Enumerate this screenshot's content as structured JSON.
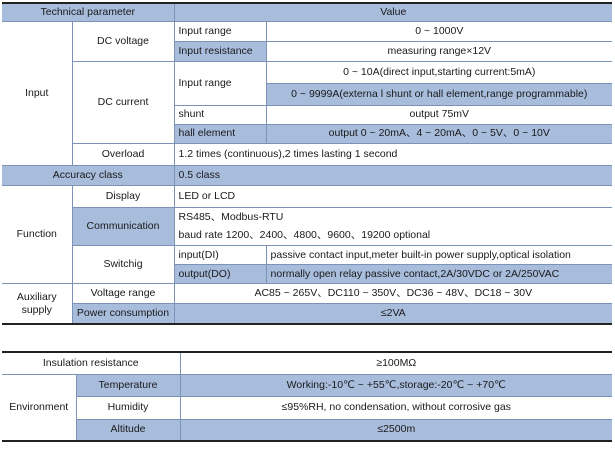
{
  "header": {
    "param": "Technical parameter",
    "value": "Value"
  },
  "input": {
    "group": "Input",
    "dc_voltage": {
      "label": "DC voltage",
      "range_label": "Input range",
      "range_value": "0 ~ 1000V",
      "resistance_label": "Input resistance",
      "resistance_value": "measuring range×12V"
    },
    "dc_current": {
      "label": "DC current",
      "range_label": "Input range",
      "range_value_1": "0 ~ 10A(direct input,starting current:5mA)",
      "range_value_2": "0 ~ 9999A(externa l shunt or hall element,range programmable)",
      "shunt_label": "shunt",
      "shunt_value": "output 75mV",
      "hall_label": "hall element",
      "hall_value": "output 0 ~ 20mA、4 ~ 20mA、0 ~ 5V、0 ~ 10V"
    },
    "overload": {
      "label": "Overload",
      "value": "1.2 times (continuous),2 times lasting 1 second"
    }
  },
  "accuracy": {
    "label": "Accuracy class",
    "value": "0.5 class"
  },
  "function": {
    "group": "Function",
    "display": {
      "label": "Display",
      "value": "LED or LCD"
    },
    "communication": {
      "label": "Communication",
      "value_1": "RS485、Modbus-RTU",
      "value_2": "baud rate 1200、2400、4800、9600、19200 optional"
    },
    "switching": {
      "label": "Switchig",
      "di_label": "input(DI)",
      "di_value": "passive contact input,meter built-in power supply,optical isolation",
      "do_label": "output(DO)",
      "do_value": "normally open relay passive contact,2A/30VDC or 2A/250VAC"
    }
  },
  "auxiliary": {
    "group_1": "Auxiliary",
    "group_2": "supply",
    "voltage": {
      "label": "Voltage range",
      "value": "AC85 ~ 265V、DC110 ~ 350V、DC36 ~ 48V、DC18 ~ 30V"
    },
    "power": {
      "label": "Power consumption",
      "value": "≤2VA"
    }
  },
  "insulation": {
    "label": "Insulation resistance",
    "value": "≥100MΩ"
  },
  "environment": {
    "group": "Environment",
    "temperature": {
      "label": "Temperature",
      "value": "Working:-10℃ ~ +55℃,storage:-20℃ ~ +70℃"
    },
    "humidity": {
      "label": "Humidity",
      "value": "≤95%RH, no condensation, without corrosive gas"
    },
    "altitude": {
      "label": "Altitude",
      "value": "≤2500m"
    }
  }
}
